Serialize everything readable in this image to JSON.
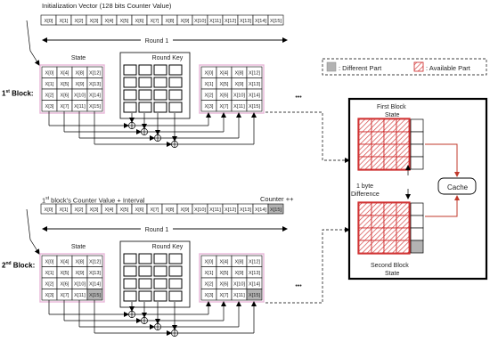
{
  "iv_title": "Initialization Vector (128 bits Counter Value)",
  "iv_cells": [
    "X[0]",
    "X[1]",
    "X[2]",
    "X[3]",
    "X[4]",
    "X[5]",
    "X[6]",
    "X[7]",
    "X[8]",
    "X[9]",
    "X[10]",
    "X[11]",
    "X[12]",
    "X[13]",
    "X[14]",
    "X[15]"
  ],
  "round_label": "Round 1",
  "state_label": "State",
  "round_key_label": "Round Key",
  "state_cells": [
    [
      "X[0]",
      "X[4]",
      "X[8]",
      "X[12]"
    ],
    [
      "X[1]",
      "X[5]",
      "X[9]",
      "X[13]"
    ],
    [
      "X[2]",
      "X[6]",
      "X[10]",
      "X[14]"
    ],
    [
      "X[3]",
      "X[7]",
      "X[11]",
      "X[15]"
    ]
  ],
  "ellipsis": "•••",
  "block1_label": "1st Block:",
  "block2_label": "2nd Block:",
  "block1_sup": "st",
  "block2_sup": "nd",
  "block_prefix1": "1",
  "block_prefix2": "2",
  "block_suffix": " Block:",
  "block2_title_pre": "1",
  "block2_title_sup": "st",
  "block2_title_post": " block's Counter Value + Interval",
  "counter_label": "Counter ++",
  "legend": {
    "different": ": Different Part",
    "available": ": Available Part"
  },
  "panel": {
    "first_block": "First Block",
    "first_state": "State",
    "second_block": "Second Block",
    "second_state": "State",
    "difference_line1": "1 byte",
    "difference_line2": "Difference",
    "cache": "Cache"
  },
  "xor_symbol": "⊕",
  "colors": {
    "different_gray": "#b3b3b3",
    "available_red": "#cc2222",
    "cache_arrow": "#c0392b",
    "highlight": "#f1d5ea"
  }
}
